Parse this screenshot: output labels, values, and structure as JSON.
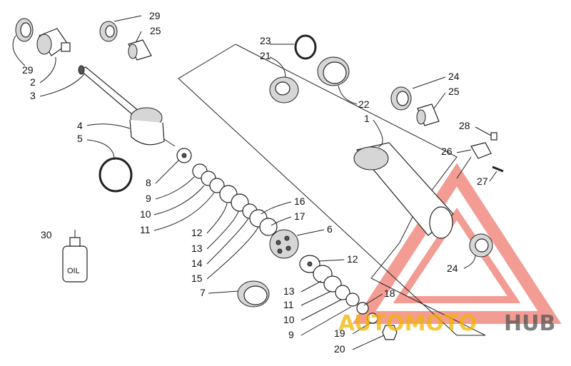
{
  "labels": {
    "l29a": "29",
    "l25a": "25",
    "l29b": "29",
    "l2": "2",
    "l3": "3",
    "l4": "4",
    "l5": "5",
    "l8": "8",
    "l9a": "9",
    "l10a": "10",
    "l11a": "11",
    "l12a": "12",
    "l13a": "13",
    "l14": "14",
    "l15": "15",
    "l16": "16",
    "l17": "17",
    "l6": "6",
    "l7": "7",
    "l30": "30",
    "oil": "OIL",
    "l23": "23",
    "l21": "21",
    "l22": "22",
    "l1": "1",
    "l24a": "24",
    "l25b": "25",
    "l28": "28",
    "l26": "26",
    "l27": "27",
    "l24b": "24",
    "l12b": "12",
    "l13b": "13",
    "l11b": "11",
    "l10b": "10",
    "l9b": "9",
    "l18": "18",
    "l19": "19",
    "l20": "20"
  },
  "watermark": {
    "part1": "AUTOMOTO",
    "part2": "HUB",
    "color_primary": "#e84c3d",
    "color_secondary": "#f2b400",
    "color_dark": "#555555"
  }
}
